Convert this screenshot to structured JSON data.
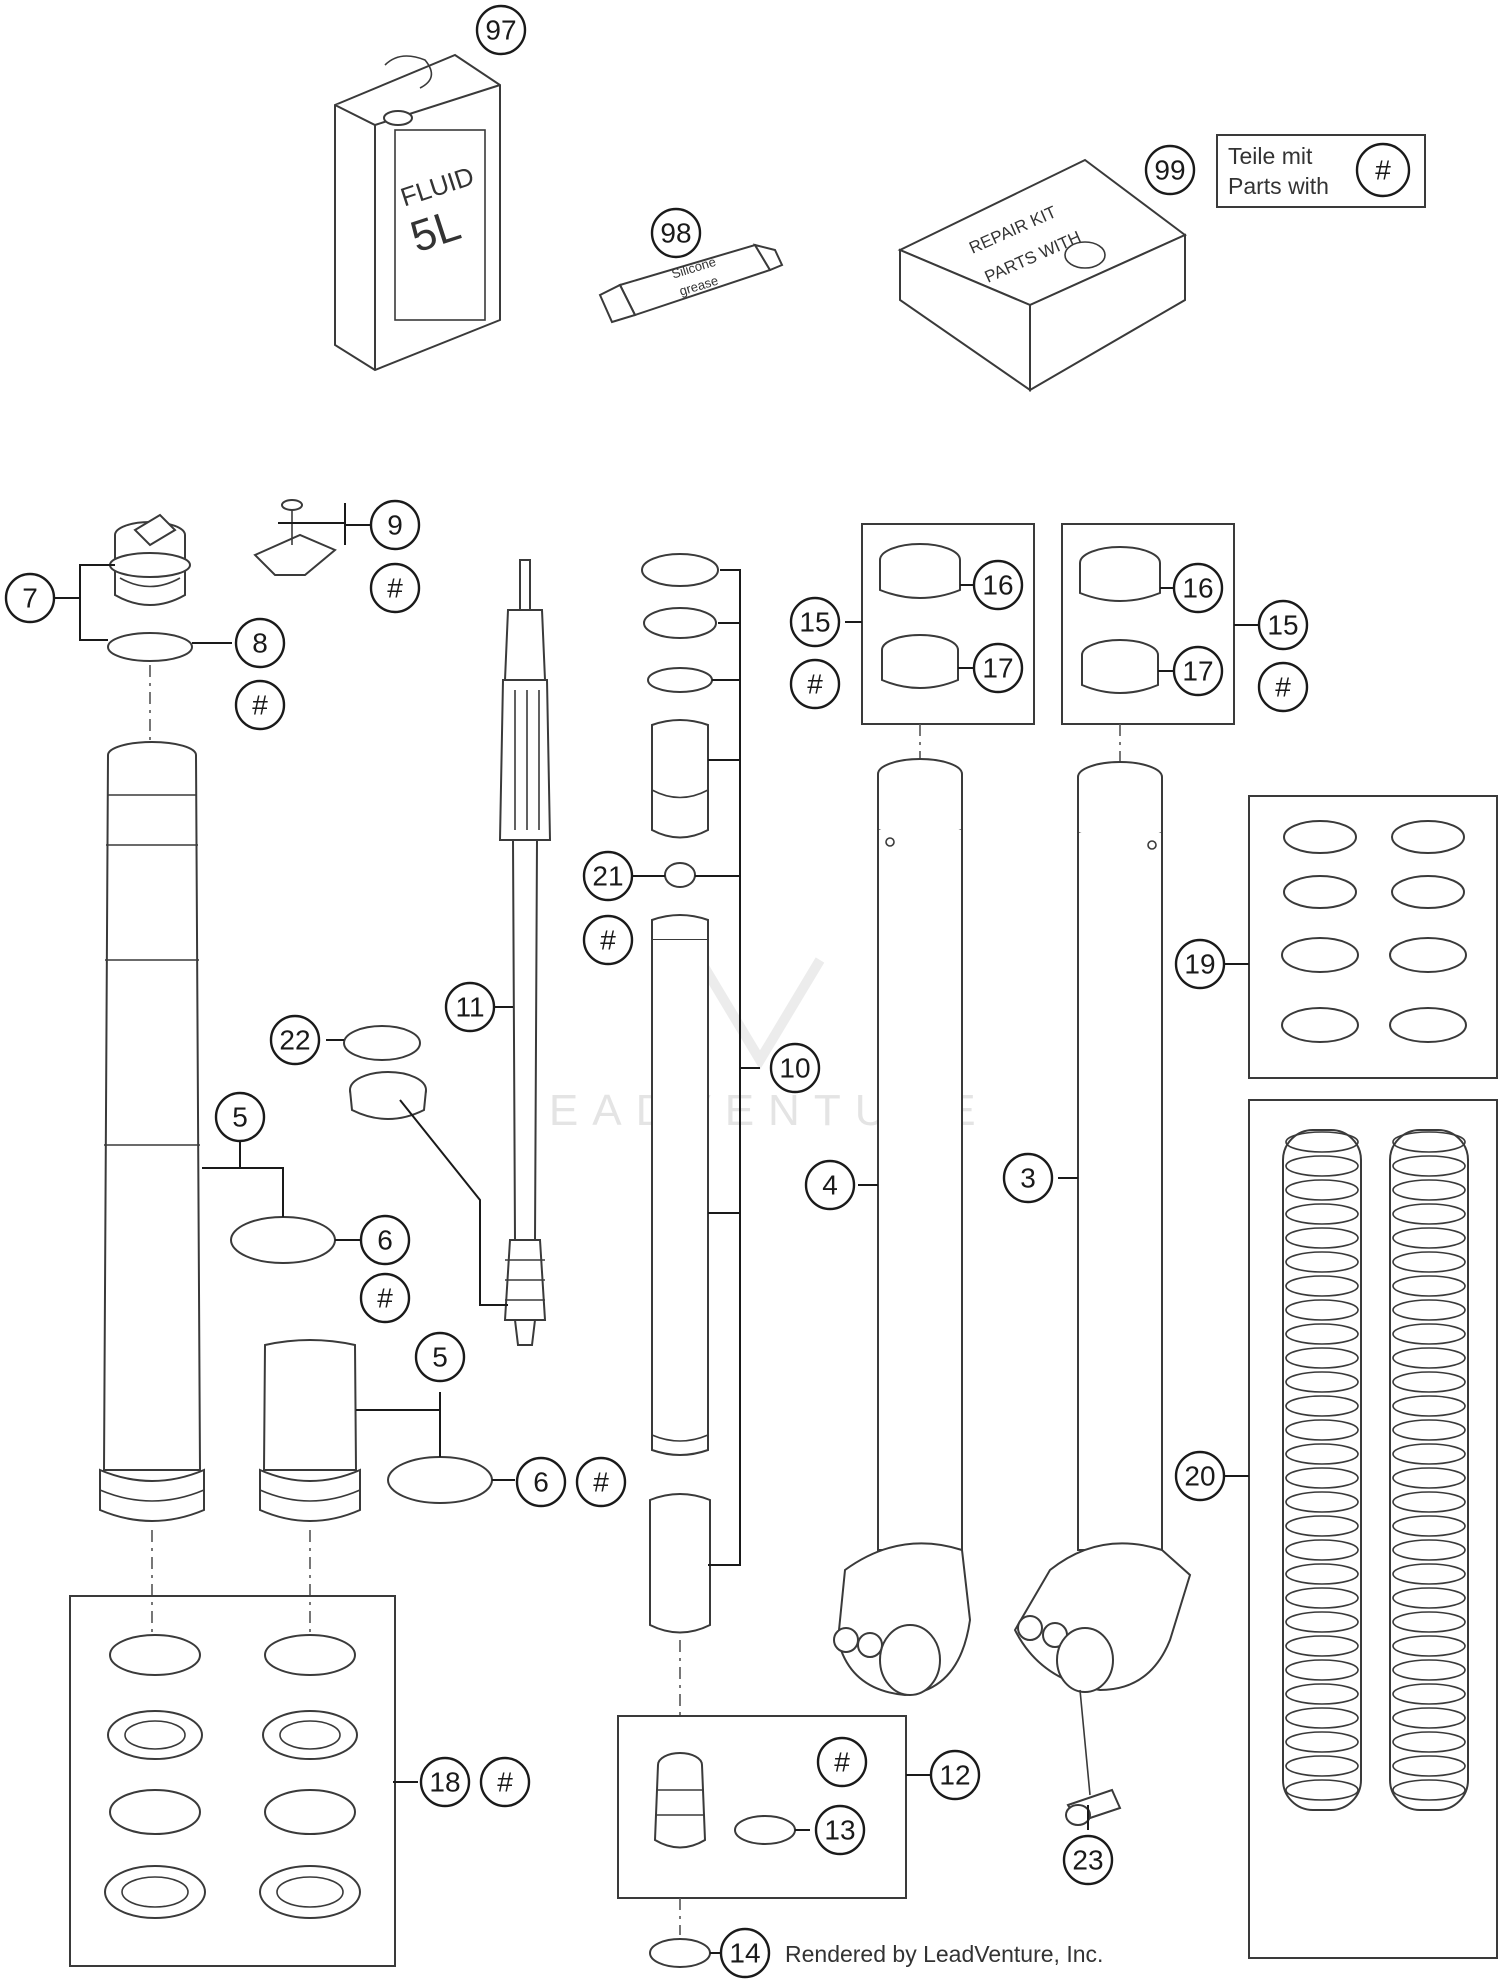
{
  "callouts": {
    "c97": "97",
    "c98": "98",
    "c99": "99",
    "c9": "9",
    "c7": "7",
    "c8": "8",
    "c15a": "15",
    "c15b": "15",
    "c16a": "16",
    "c16b": "16",
    "c17a": "17",
    "c17b": "17",
    "c11": "11",
    "c21": "21",
    "c10": "10",
    "c22": "22",
    "c5a": "5",
    "c5b": "5",
    "c6a": "6",
    "c6b": "6",
    "c4": "4",
    "c3": "3",
    "c19": "19",
    "c20": "20",
    "c18": "18",
    "c12": "12",
    "c13": "13",
    "c14": "14",
    "c23": "23",
    "hash": "#"
  },
  "labels": {
    "legend_line1": "Teile mit",
    "legend_line2": "Parts with",
    "can_line1": "FLUID",
    "can_line2": "5L",
    "kit_line1": "REPAIR KIT",
    "kit_line2": "PARTS WITH",
    "tube_line1": "Silicone",
    "tube_line2": "grease",
    "watermark": "LEADVENTURE",
    "rendered_by": "Rendered by LeadVenture, Inc."
  }
}
